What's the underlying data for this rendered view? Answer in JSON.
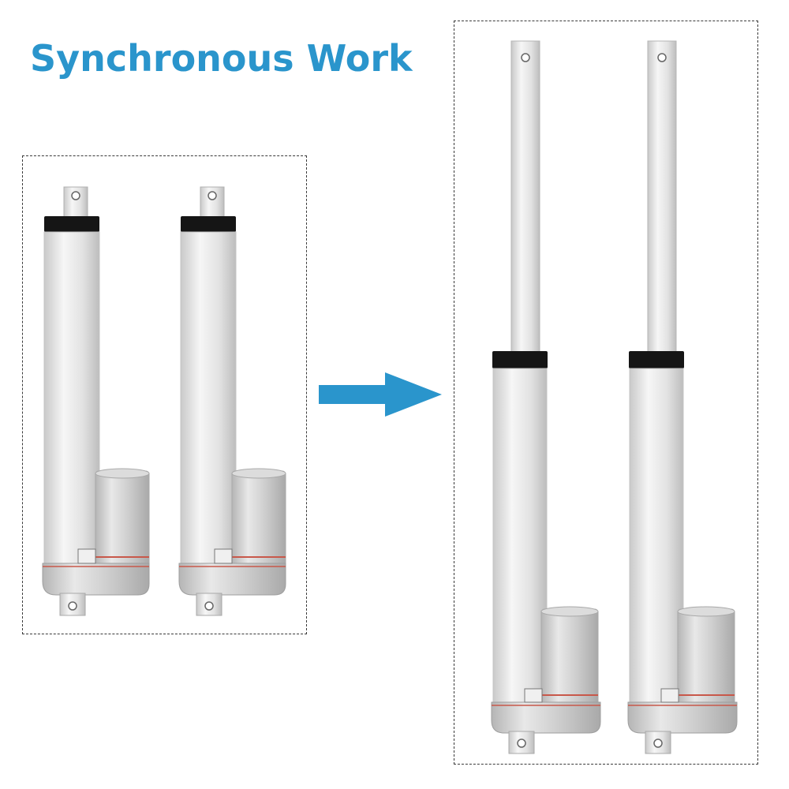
{
  "title": "Synchronous Work",
  "colors": {
    "title": "#2a95cc",
    "arrow": "#2a95cc",
    "tube": "#e3e3e3",
    "rod": "#dadada",
    "seal": "#151515",
    "motor_band": "#c8584a"
  },
  "panels": {
    "left": {
      "state": "retracted",
      "actuator_count": 2
    },
    "right": {
      "state": "extended",
      "actuator_count": 2
    }
  },
  "icons": {
    "arrow": "right-arrow-icon"
  }
}
